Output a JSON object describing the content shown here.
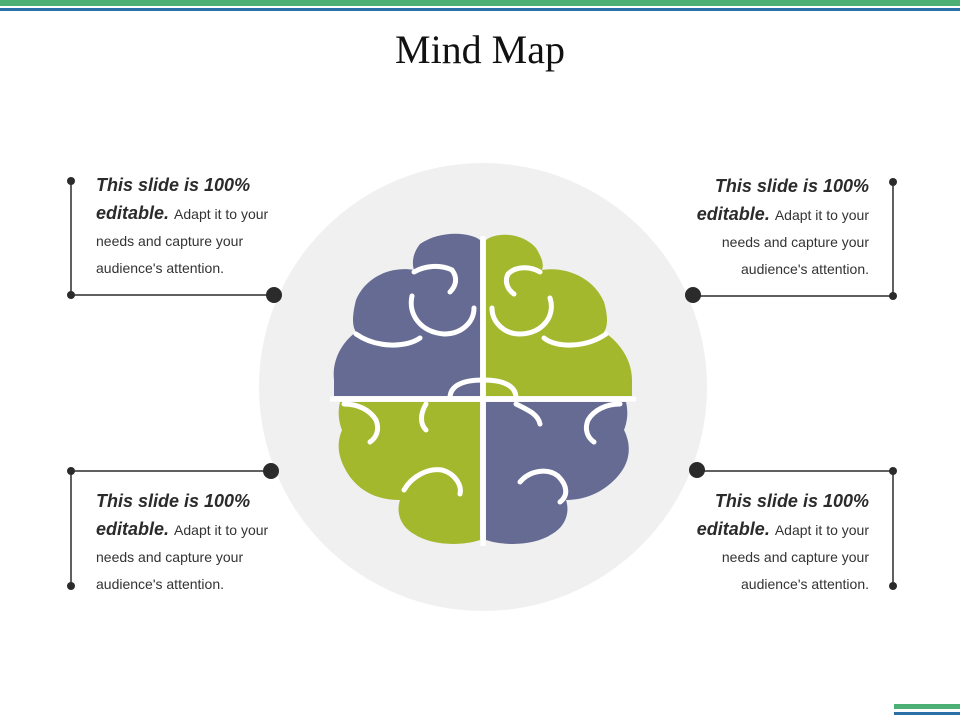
{
  "title": "Mind Map",
  "colors": {
    "purple": "#666b93",
    "green": "#a3b82d",
    "circle": "#f0f0f0",
    "connector": "#2b2b2b",
    "top_bar_green": "#4caf73",
    "top_bar_blue": "#2a6fa8"
  },
  "callouts": [
    {
      "position": "top-left",
      "lead": "This slide is 100% editable.",
      "body": "Adapt it to your needs and capture your audience's attention."
    },
    {
      "position": "top-right",
      "lead": "This slide is 100% editable.",
      "body": "Adapt it to your needs and capture your audience's attention."
    },
    {
      "position": "bottom-left",
      "lead": "This slide is 100% editable.",
      "body": "Adapt it to your needs and capture your audience's attention."
    },
    {
      "position": "bottom-right",
      "lead": "This slide is 100% editable.",
      "body": "Adapt it to your needs and capture your audience's attention."
    }
  ]
}
